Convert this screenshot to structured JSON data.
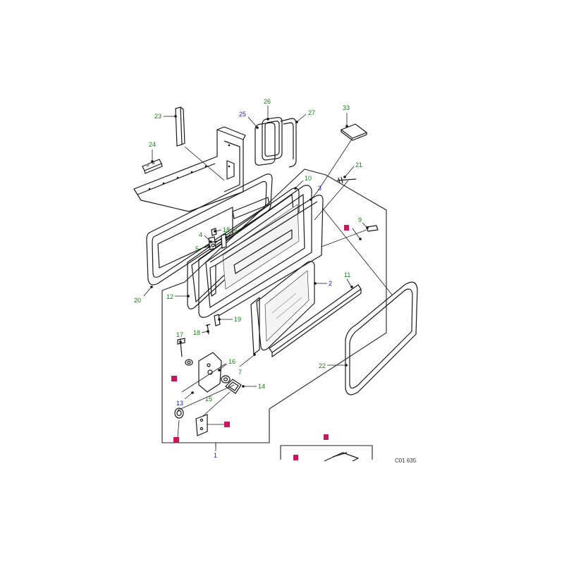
{
  "callouts": [
    {
      "id": "c23",
      "text": "23",
      "color": "green"
    },
    {
      "id": "c24",
      "text": "24",
      "color": "green"
    },
    {
      "id": "c25",
      "text": "25",
      "color": "blue"
    },
    {
      "id": "c26",
      "text": "26",
      "color": "green"
    },
    {
      "id": "c27",
      "text": "27",
      "color": "green"
    },
    {
      "id": "c33",
      "text": "33",
      "color": "green"
    },
    {
      "id": "c21",
      "text": "21",
      "color": "green"
    },
    {
      "id": "c10",
      "text": "10",
      "color": "green"
    },
    {
      "id": "c3",
      "text": "3",
      "color": "blue"
    },
    {
      "id": "c9",
      "text": "9",
      "color": "green"
    },
    {
      "id": "c4",
      "text": "4",
      "color": "green"
    },
    {
      "id": "c18a",
      "text": "18",
      "color": "green"
    },
    {
      "id": "c6",
      "text": "6",
      "color": "green"
    },
    {
      "id": "c5",
      "text": "5",
      "color": "green"
    },
    {
      "id": "c20",
      "text": "20",
      "color": "green"
    },
    {
      "id": "c12",
      "text": "12",
      "color": "green"
    },
    {
      "id": "c11",
      "text": "11",
      "color": "green"
    },
    {
      "id": "c2",
      "text": "2",
      "color": "blue"
    },
    {
      "id": "c19",
      "text": "19",
      "color": "green"
    },
    {
      "id": "c18b",
      "text": "18",
      "color": "green"
    },
    {
      "id": "c17",
      "text": "17",
      "color": "green"
    },
    {
      "id": "c16",
      "text": "16",
      "color": "green"
    },
    {
      "id": "c7",
      "text": "7",
      "color": "green"
    },
    {
      "id": "c22",
      "text": "22",
      "color": "green"
    },
    {
      "id": "c14",
      "text": "14",
      "color": "green"
    },
    {
      "id": "c13",
      "text": "13",
      "color": "blue"
    },
    {
      "id": "c15",
      "text": "15",
      "color": "green"
    },
    {
      "id": "c1",
      "text": "1",
      "color": "blue"
    }
  ],
  "markers": [
    {
      "id": "m8"
    },
    {
      "id": "m_left1"
    },
    {
      "id": "m_left2"
    },
    {
      "id": "m_bolt"
    },
    {
      "id": "m_plate"
    },
    {
      "id": "m_inset_top"
    },
    {
      "id": "m_inset_left"
    }
  ],
  "figure_code": "C01 635",
  "colors": {
    "green": "#1a7a1a",
    "blue": "#1a1ab4",
    "marker": "#c8175d"
  }
}
